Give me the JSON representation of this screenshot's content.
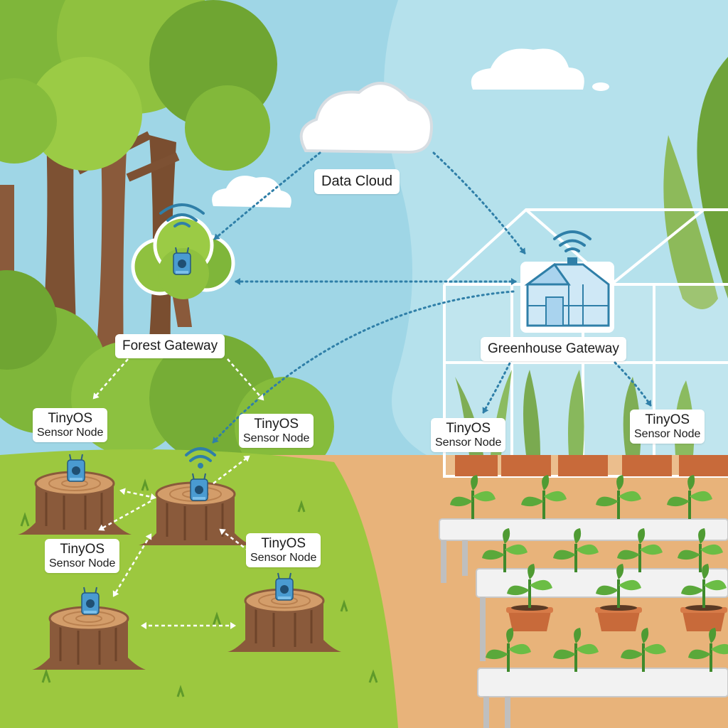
{
  "labels": {
    "cloud": "Data Cloud",
    "forest_gateway": "Forest Gateway",
    "greenhouse_gateway": "Greenhouse Gateway",
    "nodes": [
      {
        "line1": "TinyOS",
        "line2": "Sensor Node"
      },
      {
        "line1": "TinyOS",
        "line2": "Sensor Node"
      },
      {
        "line1": "TinyOS",
        "line2": "Sensor Node"
      },
      {
        "line1": "TinyOS",
        "line2": "Sensor Node"
      },
      {
        "line1": "TinyOS",
        "line2": "Sensor Node"
      },
      {
        "line1": "TinyOS",
        "line2": "Sensor Node"
      }
    ]
  },
  "icons": {
    "cloud": "cloud-icon",
    "forest_gateway": "tree-gateway-icon",
    "greenhouse_gateway": "greenhouse-icon",
    "sensor": "sensor-device-icon",
    "wifi": "wifi-icon"
  },
  "colors": {
    "sky": "#9fd6e6",
    "forest_green": "#8fc13f",
    "soil": "#e8b37a",
    "trunk": "#8a5a3b",
    "sensor_blue": "#4a9bd1",
    "link_dotted": "#2f7fa8",
    "link_dashed": "#ffffff"
  }
}
